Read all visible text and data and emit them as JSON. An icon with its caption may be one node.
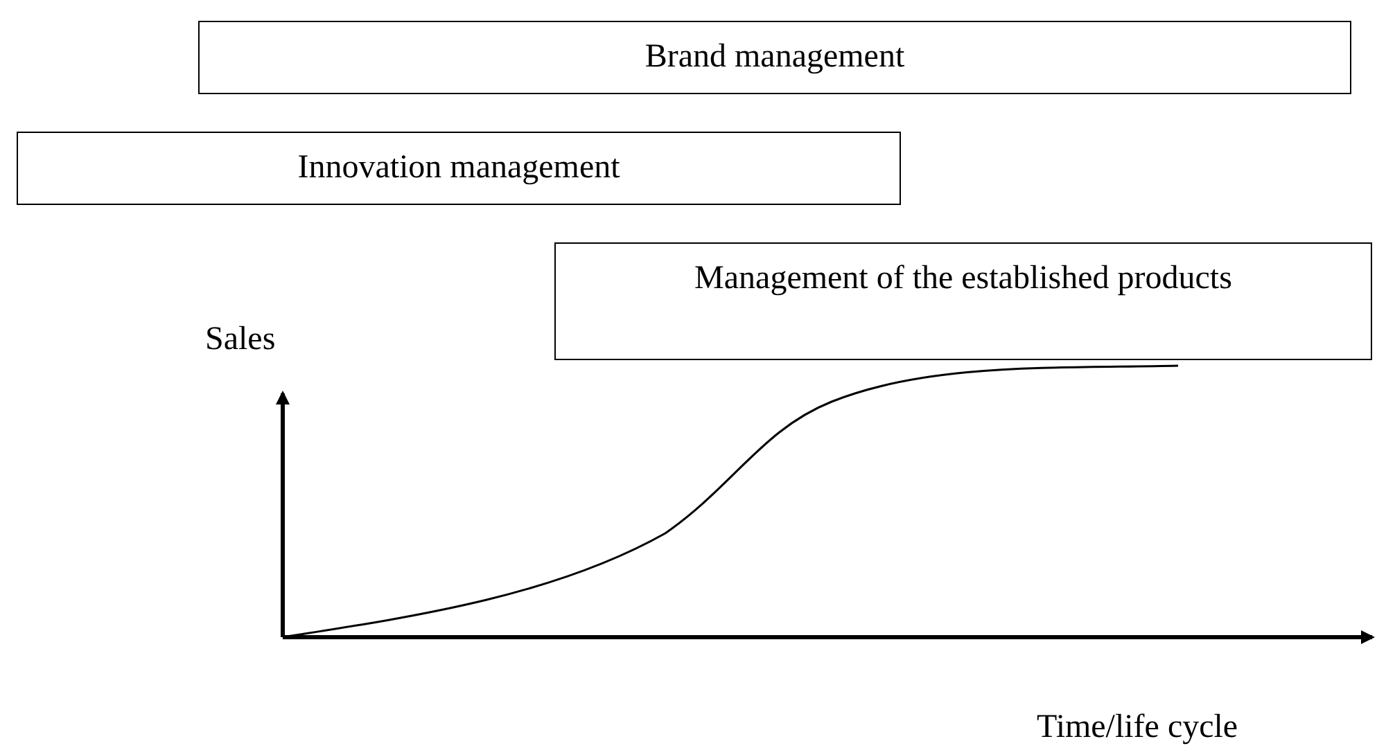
{
  "diagram": {
    "nodes": [
      {
        "text": [
          "Brand management"
        ]
      },
      {
        "text": [
          "Innovation management"
        ]
      },
      {
        "text": [
          "Management of the established products"
        ]
      }
    ],
    "edges": [],
    "labels": [
      "Sales",
      "Time/life cycle"
    ]
  }
}
